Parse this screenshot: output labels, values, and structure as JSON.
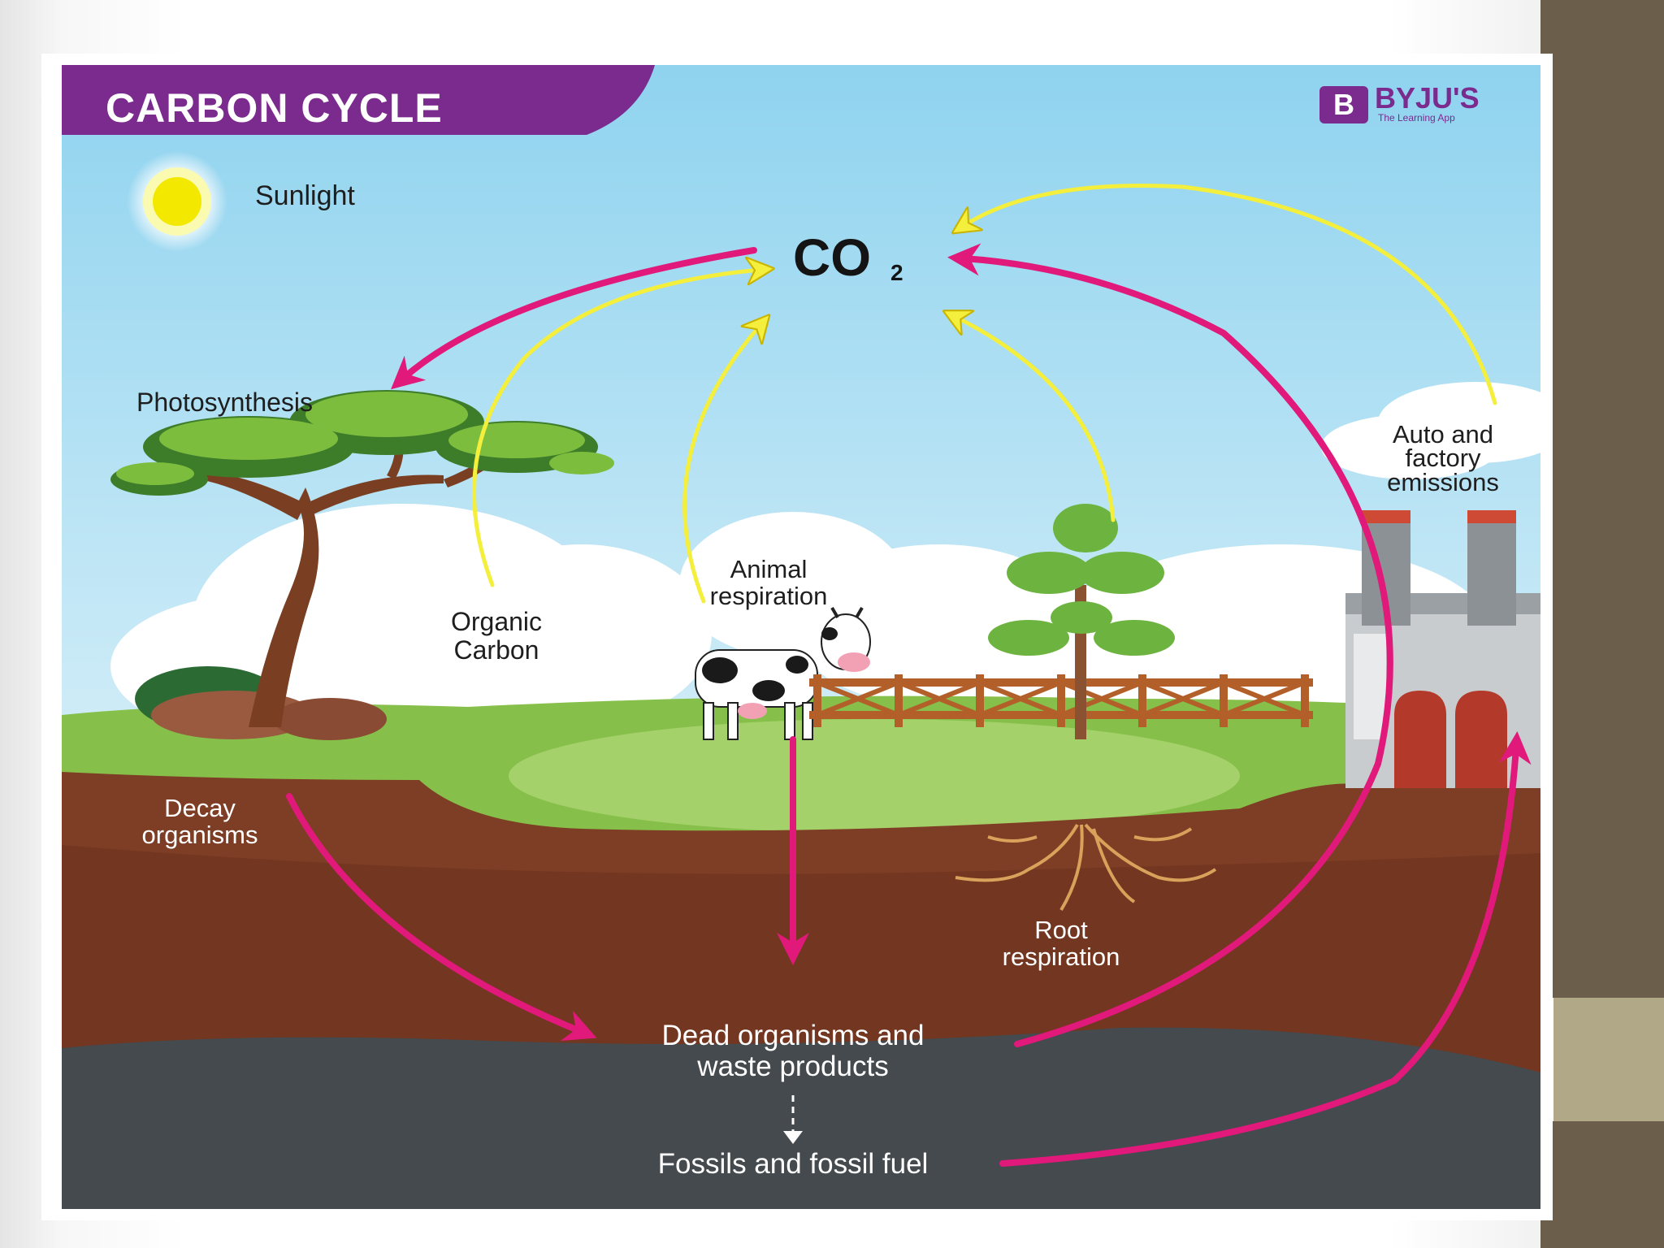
{
  "diagram": {
    "title": "CARBON CYCLE",
    "logo": {
      "mark": "B",
      "name": "BYJU'S",
      "tagline": "The Learning App"
    },
    "labels": {
      "sunlight": "Sunlight",
      "co2_main": "CO",
      "co2_sub": "2",
      "photosynthesis": "Photosynthesis",
      "organic_carbon": [
        "Organic",
        "Carbon"
      ],
      "animal_respiration": [
        "Animal",
        "respiration"
      ],
      "auto_factory": [
        "Auto and",
        "factory",
        "emissions"
      ],
      "decay_organisms": [
        "Decay",
        "organisms"
      ],
      "root_respiration": [
        "Root",
        "respiration"
      ],
      "dead_organisms": [
        "Dead organisms and",
        "waste products"
      ],
      "fossils": "Fossils and fossil fuel"
    },
    "colors": {
      "title_band": "#7b2a8e",
      "sky": "#a8ddf2",
      "grass": "#86c04a",
      "soil": "#7e3e25",
      "rock": "#444a4d",
      "magenta_arrow": "#e0197a",
      "yellow_arrow": "#f4ee3c"
    },
    "icons": [
      "sun-icon",
      "tree-icon",
      "cow-icon",
      "fence-icon",
      "small-tree-icon",
      "factory-icon",
      "roots-icon"
    ]
  }
}
